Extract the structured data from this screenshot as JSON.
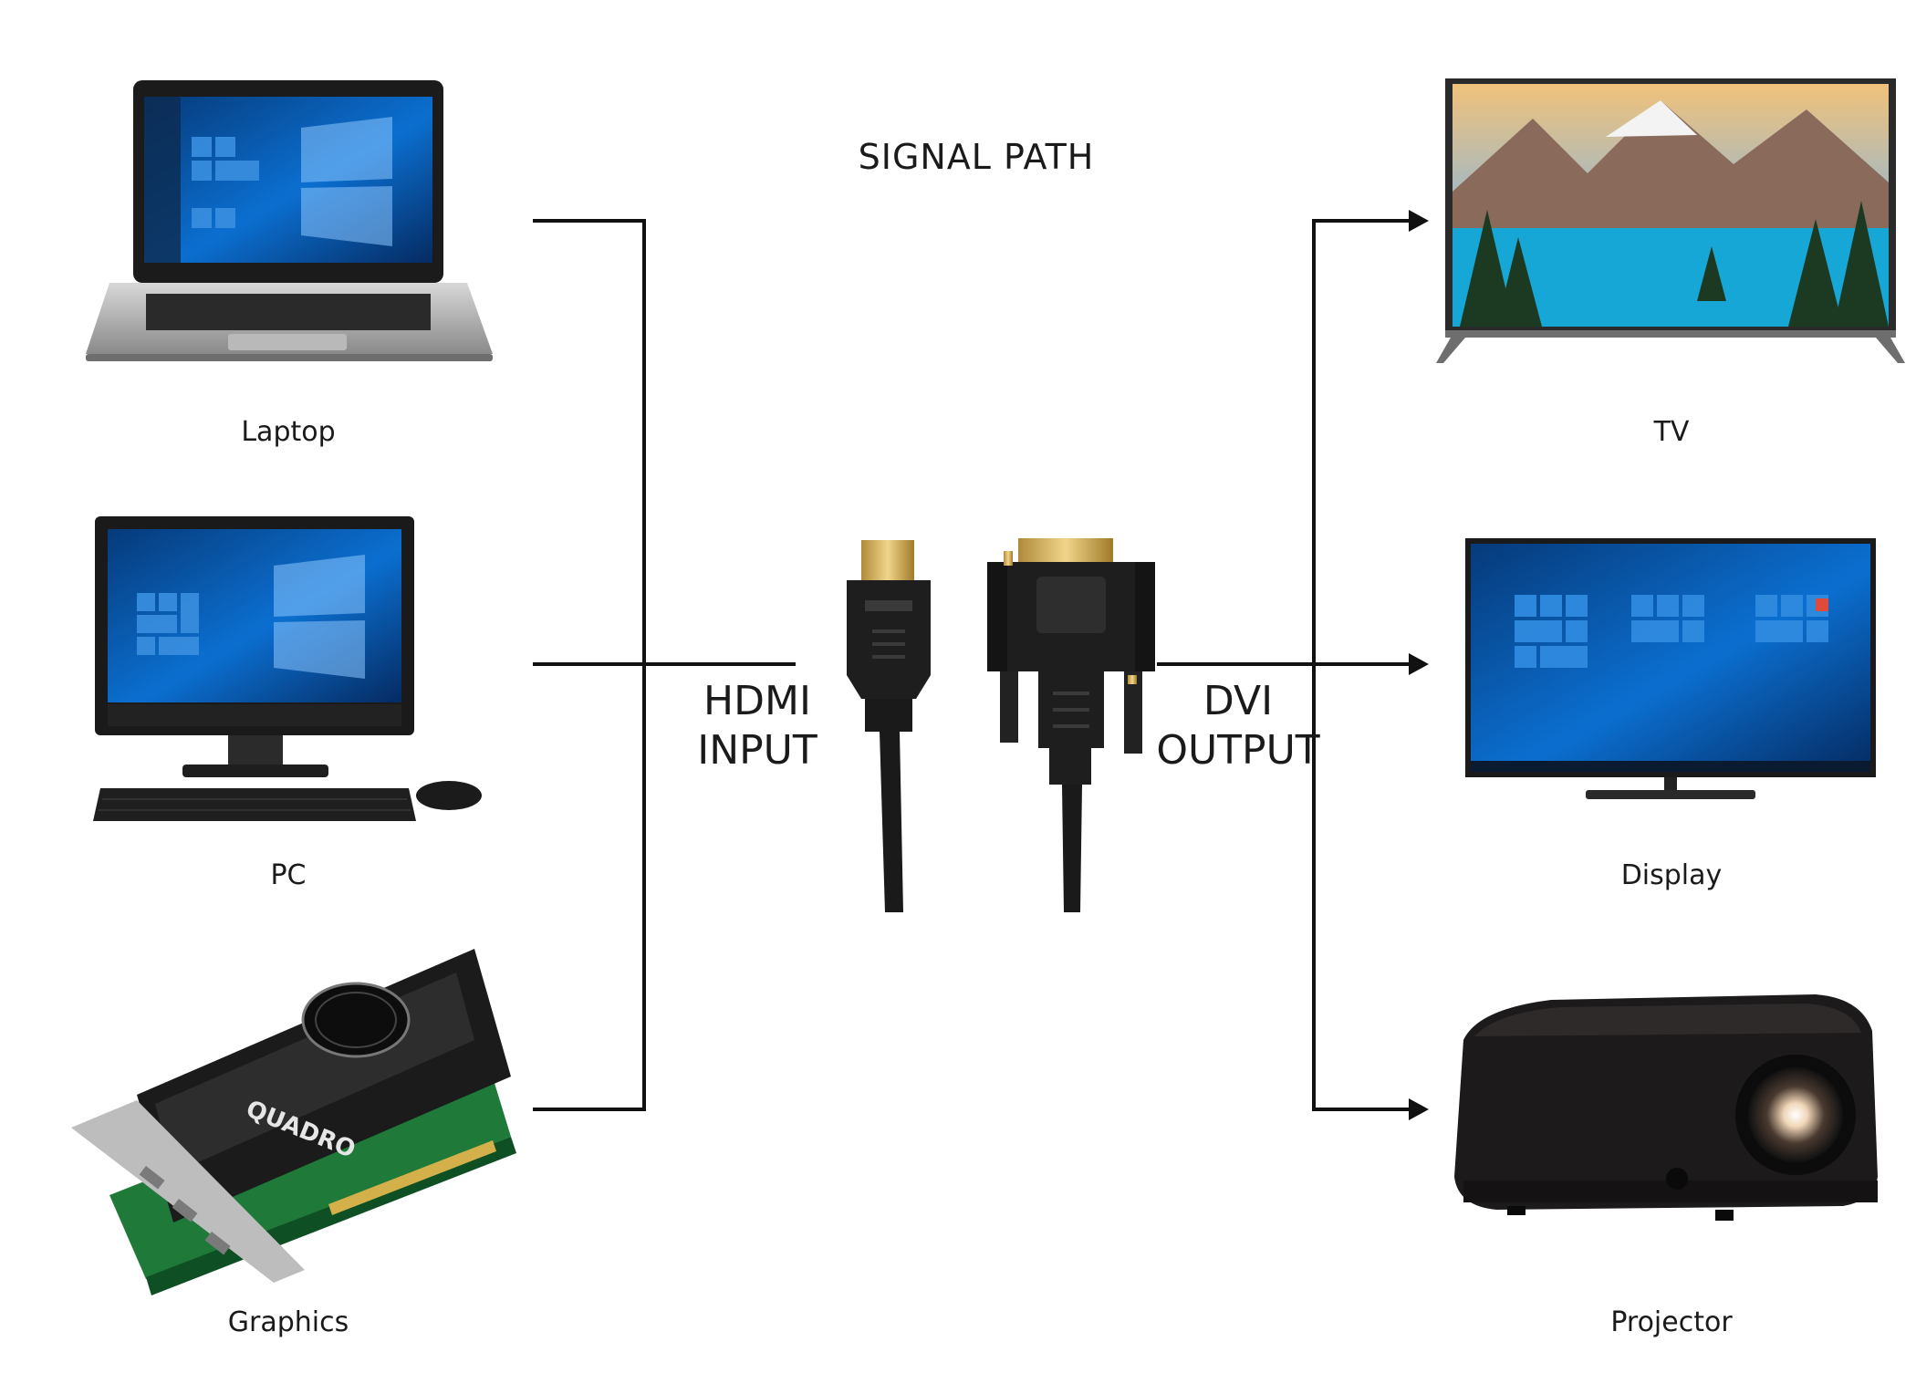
{
  "title": "SIGNAL PATH",
  "inputs": [
    {
      "label": "Laptop",
      "icon": "laptop-icon"
    },
    {
      "label": "PC",
      "icon": "desktop-pc-icon"
    },
    {
      "label": "Graphics",
      "icon": "graphics-card-icon"
    }
  ],
  "outputs": [
    {
      "label": "TV",
      "icon": "tv-icon"
    },
    {
      "label": "Display",
      "icon": "monitor-icon"
    },
    {
      "label": "Projector",
      "icon": "projector-icon"
    }
  ],
  "cable": {
    "input_lines": [
      "HDMI",
      "INPUT"
    ],
    "output_lines": [
      "DVI",
      "OUTPUT"
    ],
    "input_connector_icon": "hdmi-connector-icon",
    "output_connector_icon": "dvi-connector-icon"
  },
  "colors": {
    "line": "#111111",
    "connector_gold": "#d9b65a",
    "connector_black": "#1e1e1e",
    "pcb_green": "#1f7a3a",
    "screen_blue": "#0a5aa8",
    "text": "#1a1a1a"
  }
}
